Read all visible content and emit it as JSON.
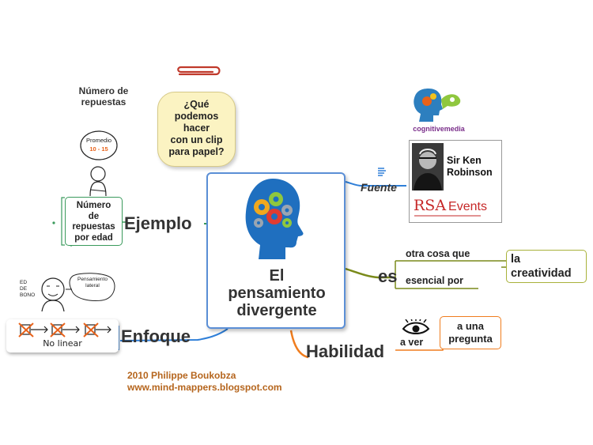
{
  "central": {
    "title_lines": [
      "El",
      "pensamiento",
      "divergente"
    ]
  },
  "branches": {
    "ejemplo": "Ejemplo",
    "enfoque": "Enfoque",
    "habilidad": "Habilidad",
    "es": "es",
    "fuente": "Fuente"
  },
  "ejemplo": {
    "question_lines": [
      "¿Qué",
      "podemos",
      "hacer",
      "con un clip",
      "para papel?"
    ],
    "count_label_lines": [
      "Número de",
      "repuestas"
    ],
    "by_age_lines": [
      "Número",
      "de",
      "repuestas",
      "por edad"
    ],
    "promedio_sketch_lines": [
      "Promedio",
      "10 - 15"
    ]
  },
  "enfoque": {
    "sketch_ed_lines": [
      "ED",
      "DE BONO"
    ],
    "sketch_lateral_lines": [
      "Pensamiento",
      "lateral"
    ],
    "no_linear": "No linear"
  },
  "fuente": {
    "logo_text": "cognitivemedia",
    "person_lines": [
      "Sir Ken",
      "Robinson"
    ],
    "rsa_main": "RSA",
    "rsa_events": "Events"
  },
  "es": {
    "line1": "otra cosa que",
    "line2": "esencial por",
    "target_lines": [
      "la",
      "creatividad"
    ]
  },
  "habilidad": {
    "a_ver": "a ver",
    "target_lines": [
      "a una",
      "pregunta"
    ]
  },
  "footer": {
    "line1": "2010 Philippe Boukobza",
    "line2": "www.mind-mappers.blogspot.com"
  },
  "colors": {
    "central_border": "#5b8fd6",
    "ejemplo": "#3a9a5c",
    "enfoque": "#2f7fd8",
    "habilidad": "#f07d1e",
    "es": "#7a8a1a",
    "footer": "#b5651d",
    "head": "#1f6fbf"
  }
}
